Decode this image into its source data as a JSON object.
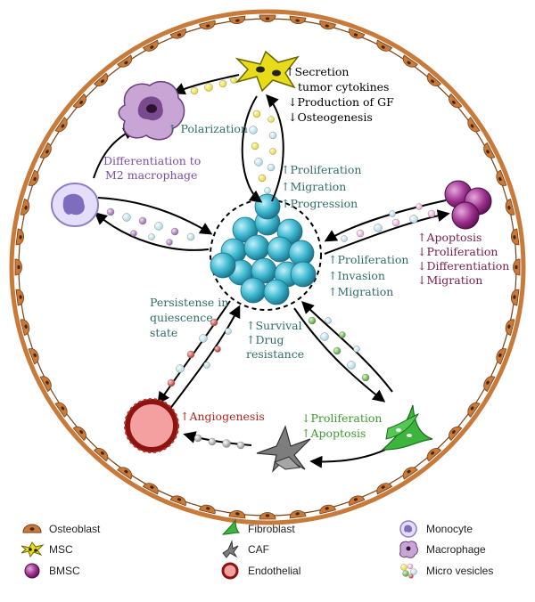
{
  "colors": {
    "osteoblast": "#c87a3a",
    "msc": "#e8dc1a",
    "bmsc": "#8e2a82",
    "macrophage": "#a46bb5",
    "monocyte": "#8f7ec6",
    "tumor": "#3cb7cf",
    "fibroblast": "#3cb53c",
    "caf": "#7d7d7d",
    "endothelial": "#f4a0a0",
    "teal_text": "#2f6d6a",
    "purple_text": "#7b4ea6",
    "maroon_text": "#7a1d4c",
    "red_text": "#b3261e",
    "green_text": "#3d9b2e"
  },
  "labels": {
    "msc_secretion": "↑Secretion",
    "msc_cytokines": "tumor cytokines",
    "msc_gf": "↓Production of GF",
    "msc_osteo": "↓Osteogenesis",
    "polarization": "↑ Polarization",
    "diff_line1": "Differentiation to",
    "diff_line2": "M2 macrophage",
    "top_prolif": "↑Proliferation",
    "top_migration": "↑Migration",
    "top_progression": "↑Progression",
    "bmsc_apoptosis": "↑Apoptosis",
    "bmsc_prolif": "↓Proliferation",
    "bmsc_diff": "↓Differentiation",
    "bmsc_migration": "↓Migration",
    "right_prolif": "↑Proliferation",
    "right_invasion": "↑Invasion",
    "right_migration": "↑Migration",
    "persist_1": "Persistense in",
    "persist_2": "quiescence",
    "persist_3": "state",
    "survival": "↑Survival",
    "drug_1": "↑Drug",
    "drug_2": "resistance",
    "angiogenesis": "↑Angiogenesis",
    "fib_prolif": "↓Proliferation",
    "fib_apoptosis": "↑Apoptosis"
  },
  "legend": {
    "osteoblast": "Osteoblast",
    "msc": "MSC",
    "bmsc": "BMSC",
    "fibroblast": "Fibroblast",
    "caf": "CAF",
    "endothelial": "Endothelial",
    "monocyte": "Monocyte",
    "macrophage": "Macrophage",
    "micro_vesicles": "Micro vesicles"
  },
  "icons": {
    "osteoblast": "osteoblast-cell-icon",
    "msc": "msc-cell-icon",
    "bmsc": "bmsc-cell-icon",
    "fibroblast": "fibroblast-cell-icon",
    "caf": "caf-cell-icon",
    "endothelial": "endothelial-cell-icon",
    "monocyte": "monocyte-cell-icon",
    "macrophage": "macrophage-cell-icon",
    "micro_vesicles": "micro-vesicles-icon"
  }
}
